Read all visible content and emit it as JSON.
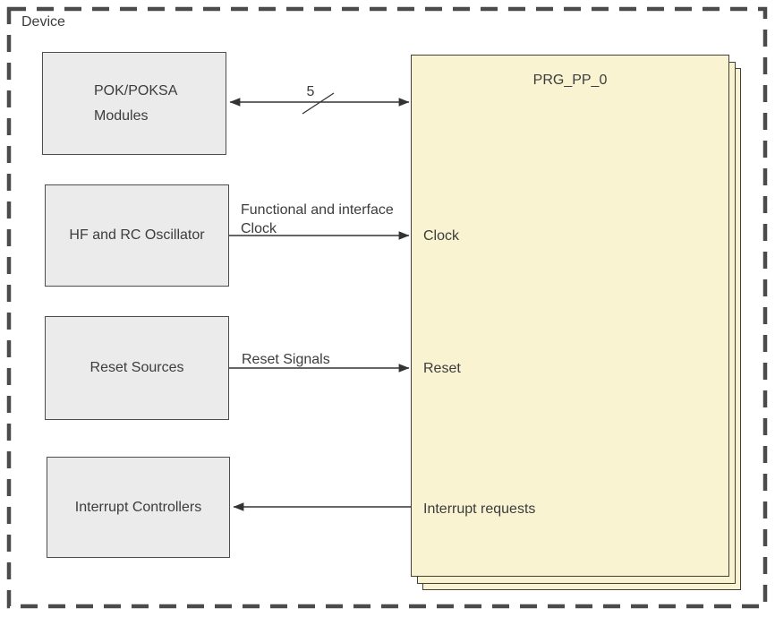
{
  "device_label": "Device",
  "colors": {
    "box_fill": "#ebebeb",
    "box_border": "#4d4d4d",
    "prg_fill": "#faf3d2",
    "prg_border": "#443f37",
    "dash_border": "#4b4b4b",
    "text": "#3c3c3c",
    "line": "#333333"
  },
  "blocks": {
    "pok": {
      "line1": "POK/POKSA",
      "line2": "Modules"
    },
    "osc": {
      "label": "HF and RC Oscillator"
    },
    "reset": {
      "label": "Reset Sources"
    },
    "intc": {
      "label": "Interrupt Controllers"
    }
  },
  "prg": {
    "title": "PRG_PP_0",
    "ports": {
      "clock": "Clock",
      "reset": "Reset",
      "interrupts": "Interrupt requests"
    }
  },
  "connections": {
    "bus_width": "5",
    "clock_label_line1": "Functional and interface",
    "clock_label_line2": "Clock",
    "reset_label": "Reset Signals"
  }
}
